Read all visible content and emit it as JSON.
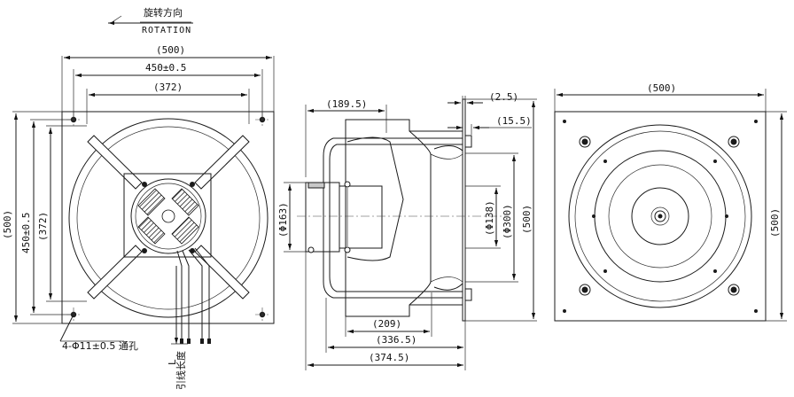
{
  "rotation": {
    "label_cn": "旋转方向",
    "label_en": "ROTATION"
  },
  "front_view": {
    "dim_overall": "(500)",
    "dim_holes": "450±0.5",
    "dim_inner": "(372)",
    "dim_overall_v": "(500)",
    "dim_holes_v": "450±0.5",
    "dim_inner_v": "(372)",
    "hole_note": "4-Φ11±0.5 通孔",
    "lead_symbol": "L",
    "lead_note": "引线长度"
  },
  "side_view": {
    "dim_top_left": "(189.5)",
    "dim_flange": "(2.5)",
    "dim_offset": "(15.5)",
    "dim_hub": "(Φ163)",
    "dim_motor": "(Φ138)",
    "dim_ring": "(Φ300)",
    "dim_height": "(500)",
    "dim_bottom_1": "(209)",
    "dim_bottom_2": "(336.5)",
    "dim_bottom_3": "(374.5)"
  },
  "back_view": {
    "dim_width": "(500)",
    "dim_height": "(500)"
  }
}
